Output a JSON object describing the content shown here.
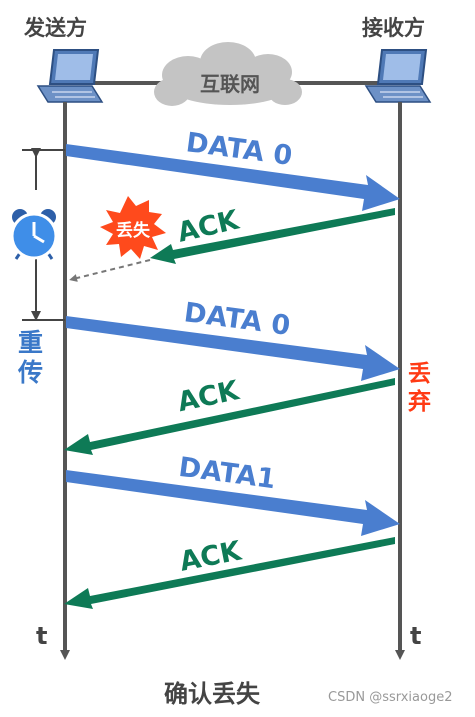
{
  "diagram": {
    "sender_label": "发送方",
    "receiver_label": "接收方",
    "network_label": "互联网",
    "time_label": "t",
    "caption": "确认丢失",
    "watermark": "CSDN @ssrxiaoge2",
    "retransmit_label": "重\n传",
    "discard_label": "丢\n弃",
    "lost_label": "丢失",
    "colors": {
      "data_arrow": "#4a7ecf",
      "ack_arrow": "#0e7a56",
      "lost_burst": "#ff4a1c",
      "lifeline": "#555555",
      "cloud": "#c4c4c4"
    },
    "messages": [
      {
        "label": "DATA 0",
        "direction": "sender-to-receiver",
        "kind": "data"
      },
      {
        "label": "ACK",
        "direction": "receiver-to-sender",
        "kind": "ack",
        "status": "lost"
      },
      {
        "label": "DATA 0",
        "direction": "sender-to-receiver",
        "kind": "data",
        "status": "retransmitted"
      },
      {
        "label": "ACK",
        "direction": "receiver-to-sender",
        "kind": "ack"
      },
      {
        "label": "DATA1",
        "direction": "sender-to-receiver",
        "kind": "data"
      },
      {
        "label": "ACK",
        "direction": "receiver-to-sender",
        "kind": "ack"
      }
    ],
    "timer_icon": "alarm-clock-icon",
    "host_icon": "laptop-icon"
  }
}
